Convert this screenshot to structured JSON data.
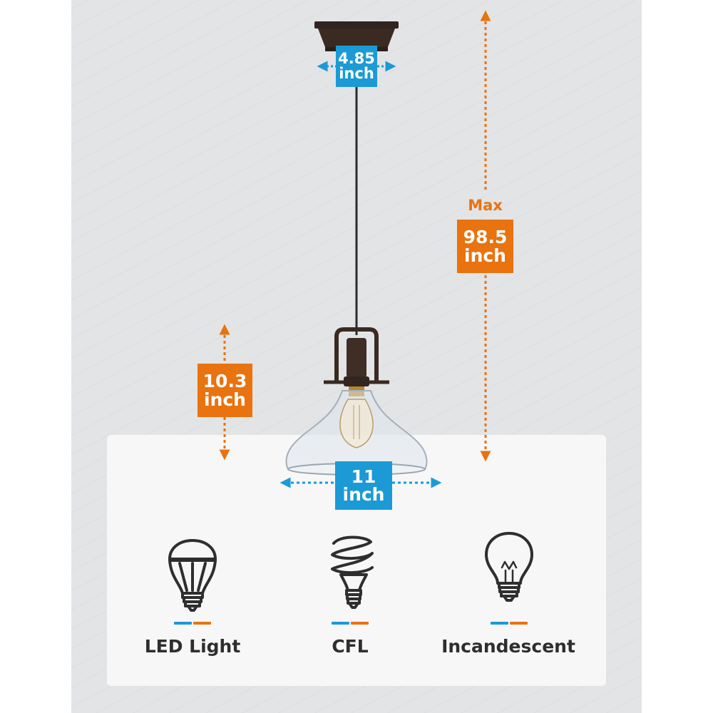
{
  "colors": {
    "blue": "#1b9ad6",
    "orange": "#e8730f",
    "fixture": "#3a2a22",
    "text": "#2e2e2e"
  },
  "dimensions": {
    "canopy_width": "4.85 inch",
    "shade_width": "11 inch",
    "shade_height": "10.3 inch",
    "max_label": "Max",
    "max_height": "98.5 inch"
  },
  "dimension_lines": {
    "canopy_width": {
      "text_1": "4.85",
      "text_2": "inch"
    },
    "shade_width": {
      "text_1": "11",
      "text_2": "inch"
    },
    "shade_height": {
      "text_1": "10.3",
      "text_2": "inch"
    },
    "max_height": {
      "text_1": "98.5",
      "text_2": "inch"
    }
  },
  "bulbs": [
    {
      "label": "LED Light",
      "icon": "led-bulb-icon"
    },
    {
      "label": "CFL",
      "icon": "cfl-bulb-icon"
    },
    {
      "label": "Incandescent",
      "icon": "incandescent-bulb-icon"
    }
  ]
}
